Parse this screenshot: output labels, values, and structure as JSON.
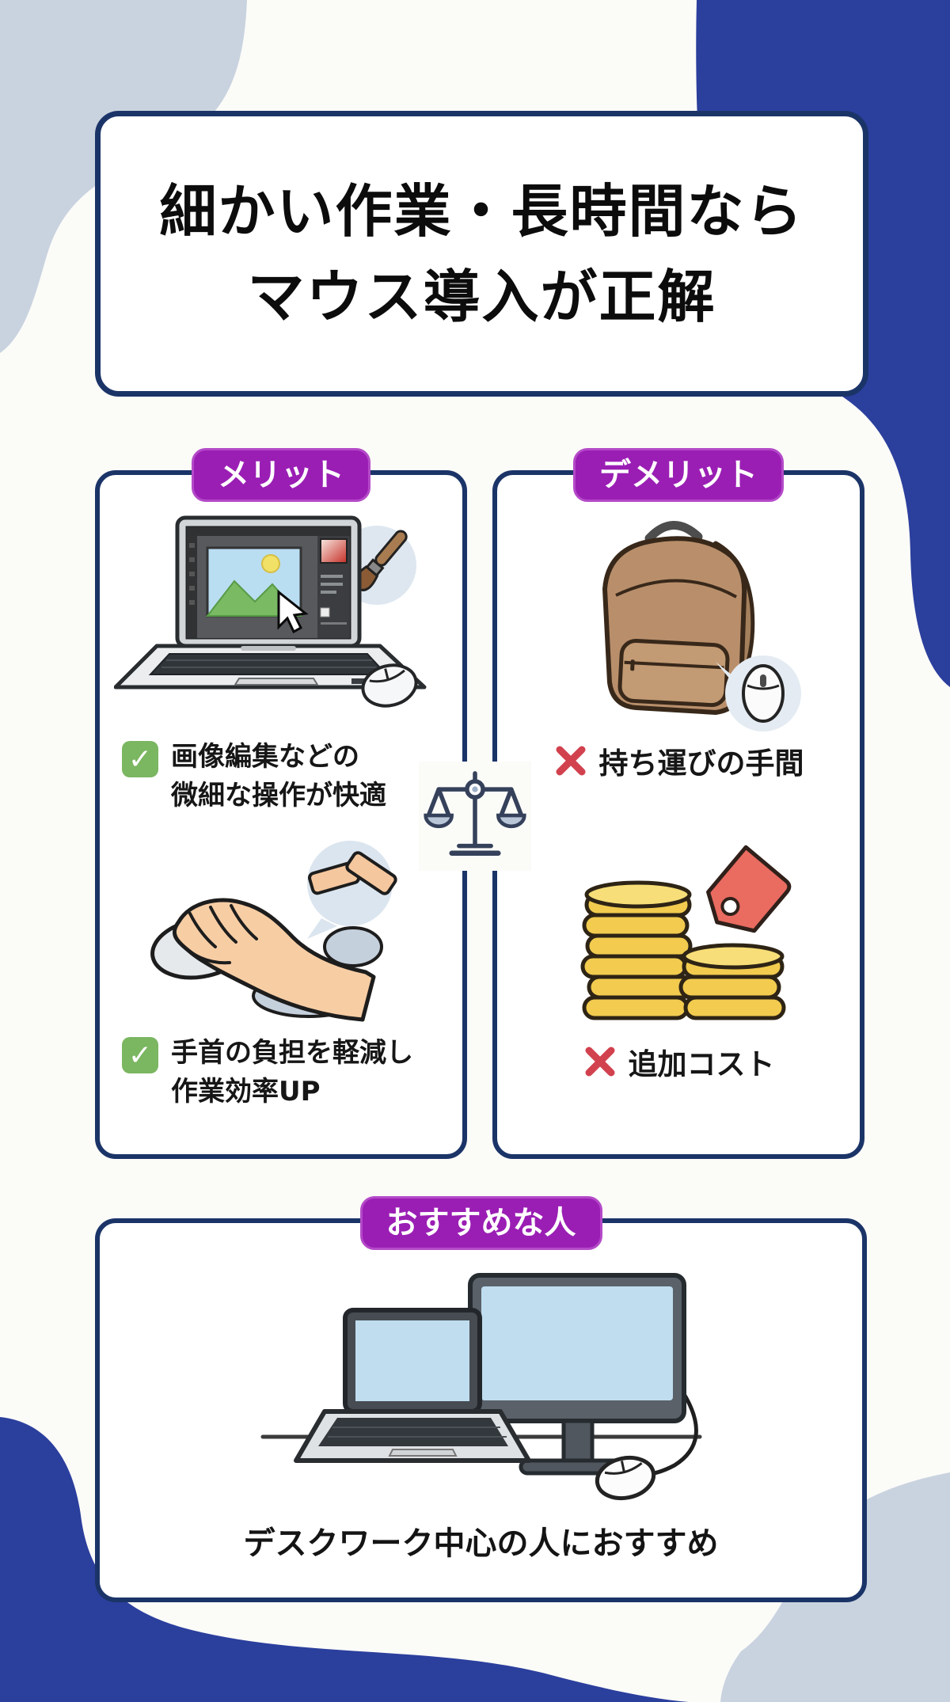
{
  "page": {
    "background": "#FBFBF8",
    "corner_blue": "#2B3F9D",
    "corner_gray": "#C9D3DF",
    "box_border_navy": "#1B3468",
    "badge_purple": "#9A1EB4"
  },
  "title": {
    "line1": "細かい作業・長時間なら",
    "line2": "マウス導入が正解"
  },
  "merit": {
    "badge_label": "メリット",
    "items": [
      {
        "icon": "check",
        "lines": [
          "画像編集などの",
          "微細な操作が快適"
        ]
      },
      {
        "icon": "check",
        "lines": [
          "手首の負担を軽減し",
          "作業効率UP"
        ]
      }
    ]
  },
  "demerit": {
    "badge_label": "デメリット",
    "items": [
      {
        "icon": "cross",
        "text": "持ち運びの手間"
      },
      {
        "icon": "cross",
        "text": "追加コスト"
      }
    ]
  },
  "recommend": {
    "badge_label": "おすすめな人",
    "caption": "デスクワーク中心の人におすすめ"
  },
  "icons": {
    "check_glyph": "✓",
    "check_green": "#7BB661",
    "cross_red": "#D2414E",
    "balance_scale": "balance-scale-icon"
  },
  "illustrations": {
    "merit_top": "laptop-photo-editing-with-mouse",
    "merit_bottom": "hand-on-mouse-wrist-support",
    "demerit_top": "backpack-with-mouse",
    "demerit_bottom": "coins-with-price-tag",
    "recommend": "desk-setup-laptop-monitor-mouse"
  }
}
